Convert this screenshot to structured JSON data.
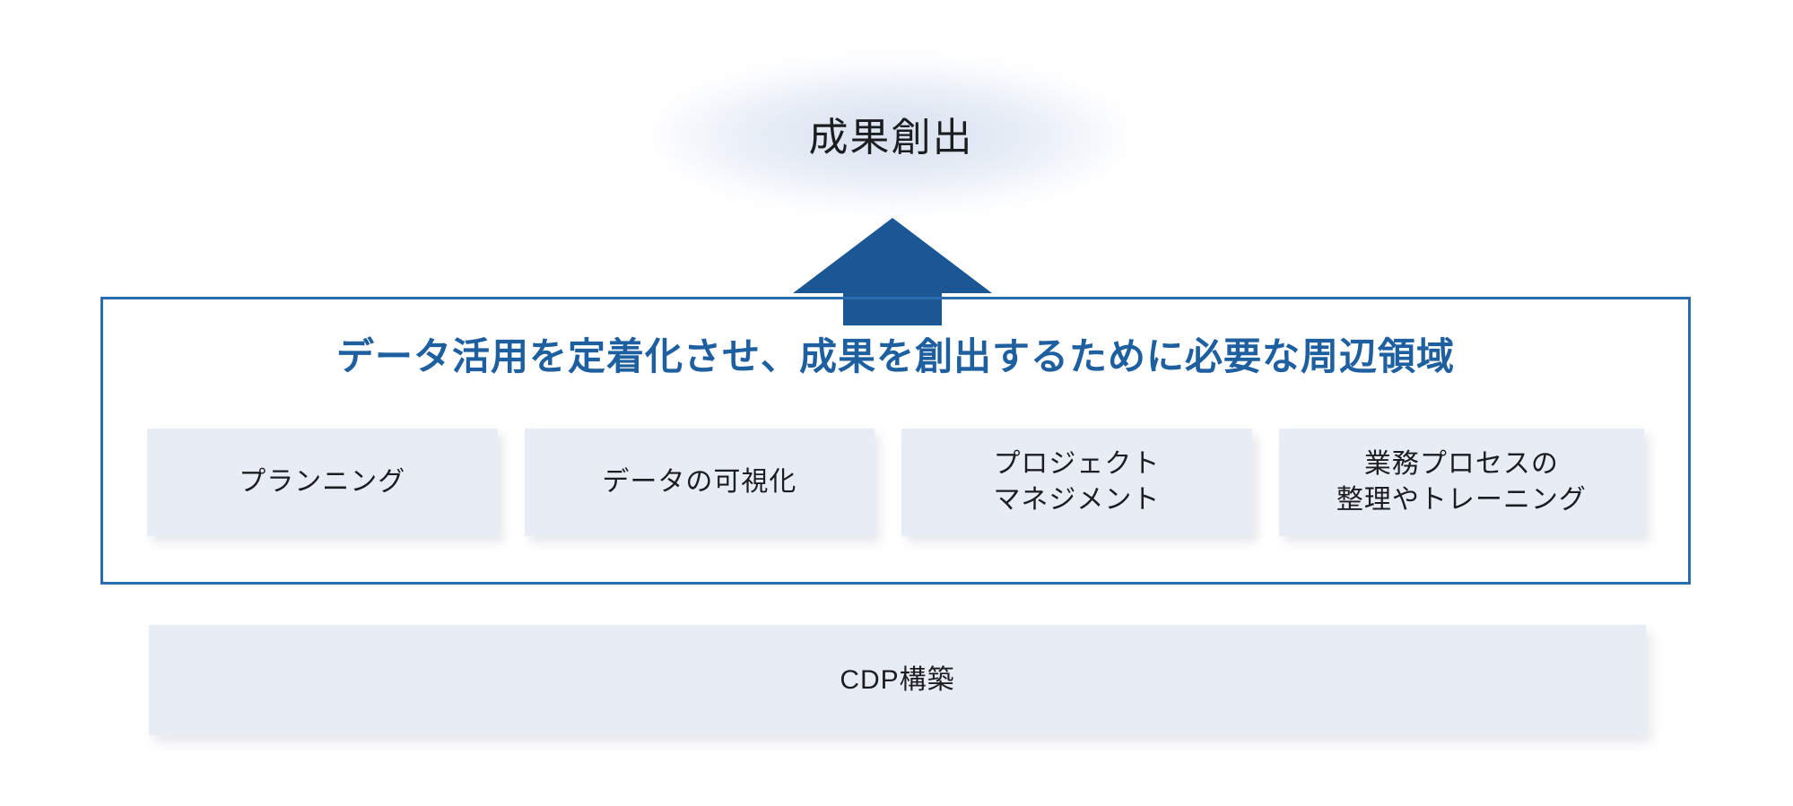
{
  "diagram": {
    "outcome": {
      "label": "成果創出",
      "glow_color": "#dfe7f3",
      "text_color": "#1b1d21"
    },
    "arrow": {
      "icon": "arrow-up-icon",
      "color": "#1b5795",
      "direction": "up"
    },
    "frame": {
      "border_color": "#2b6cb0",
      "heading": "データ活用を定着化させ、成果を創出するために必要な周辺領域",
      "heading_color": "#1e5fa0",
      "cards": [
        {
          "id": "planning",
          "label": "プランニング"
        },
        {
          "id": "visualization",
          "label": "データの可視化"
        },
        {
          "id": "project-management",
          "label": "プロジェクト\nマネジメント"
        },
        {
          "id": "process-training",
          "label": "業務プロセスの\n整理やトレーニング"
        }
      ],
      "card_fill": "#e8ecf4",
      "card_text_color": "#1b1d21"
    },
    "foundation": {
      "label": "CDP構築",
      "fill": "#e8ecf4",
      "text_color": "#1b1d21"
    }
  }
}
